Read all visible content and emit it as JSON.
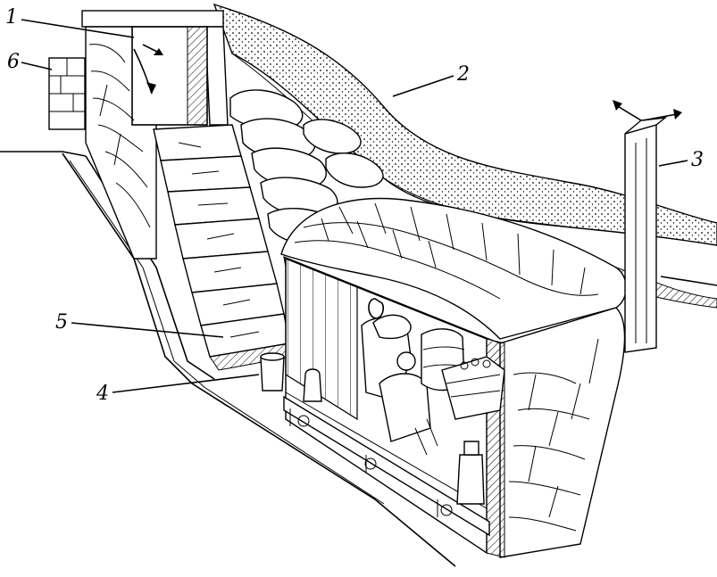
{
  "figure": {
    "labels": {
      "door": "1",
      "soil_layer": "2",
      "ventilation_pipe": "3",
      "bench": "4",
      "wall_lining": "5",
      "entrance_wall": "6"
    }
  },
  "colors": {
    "ink": "#000000",
    "paper": "#ffffff"
  }
}
